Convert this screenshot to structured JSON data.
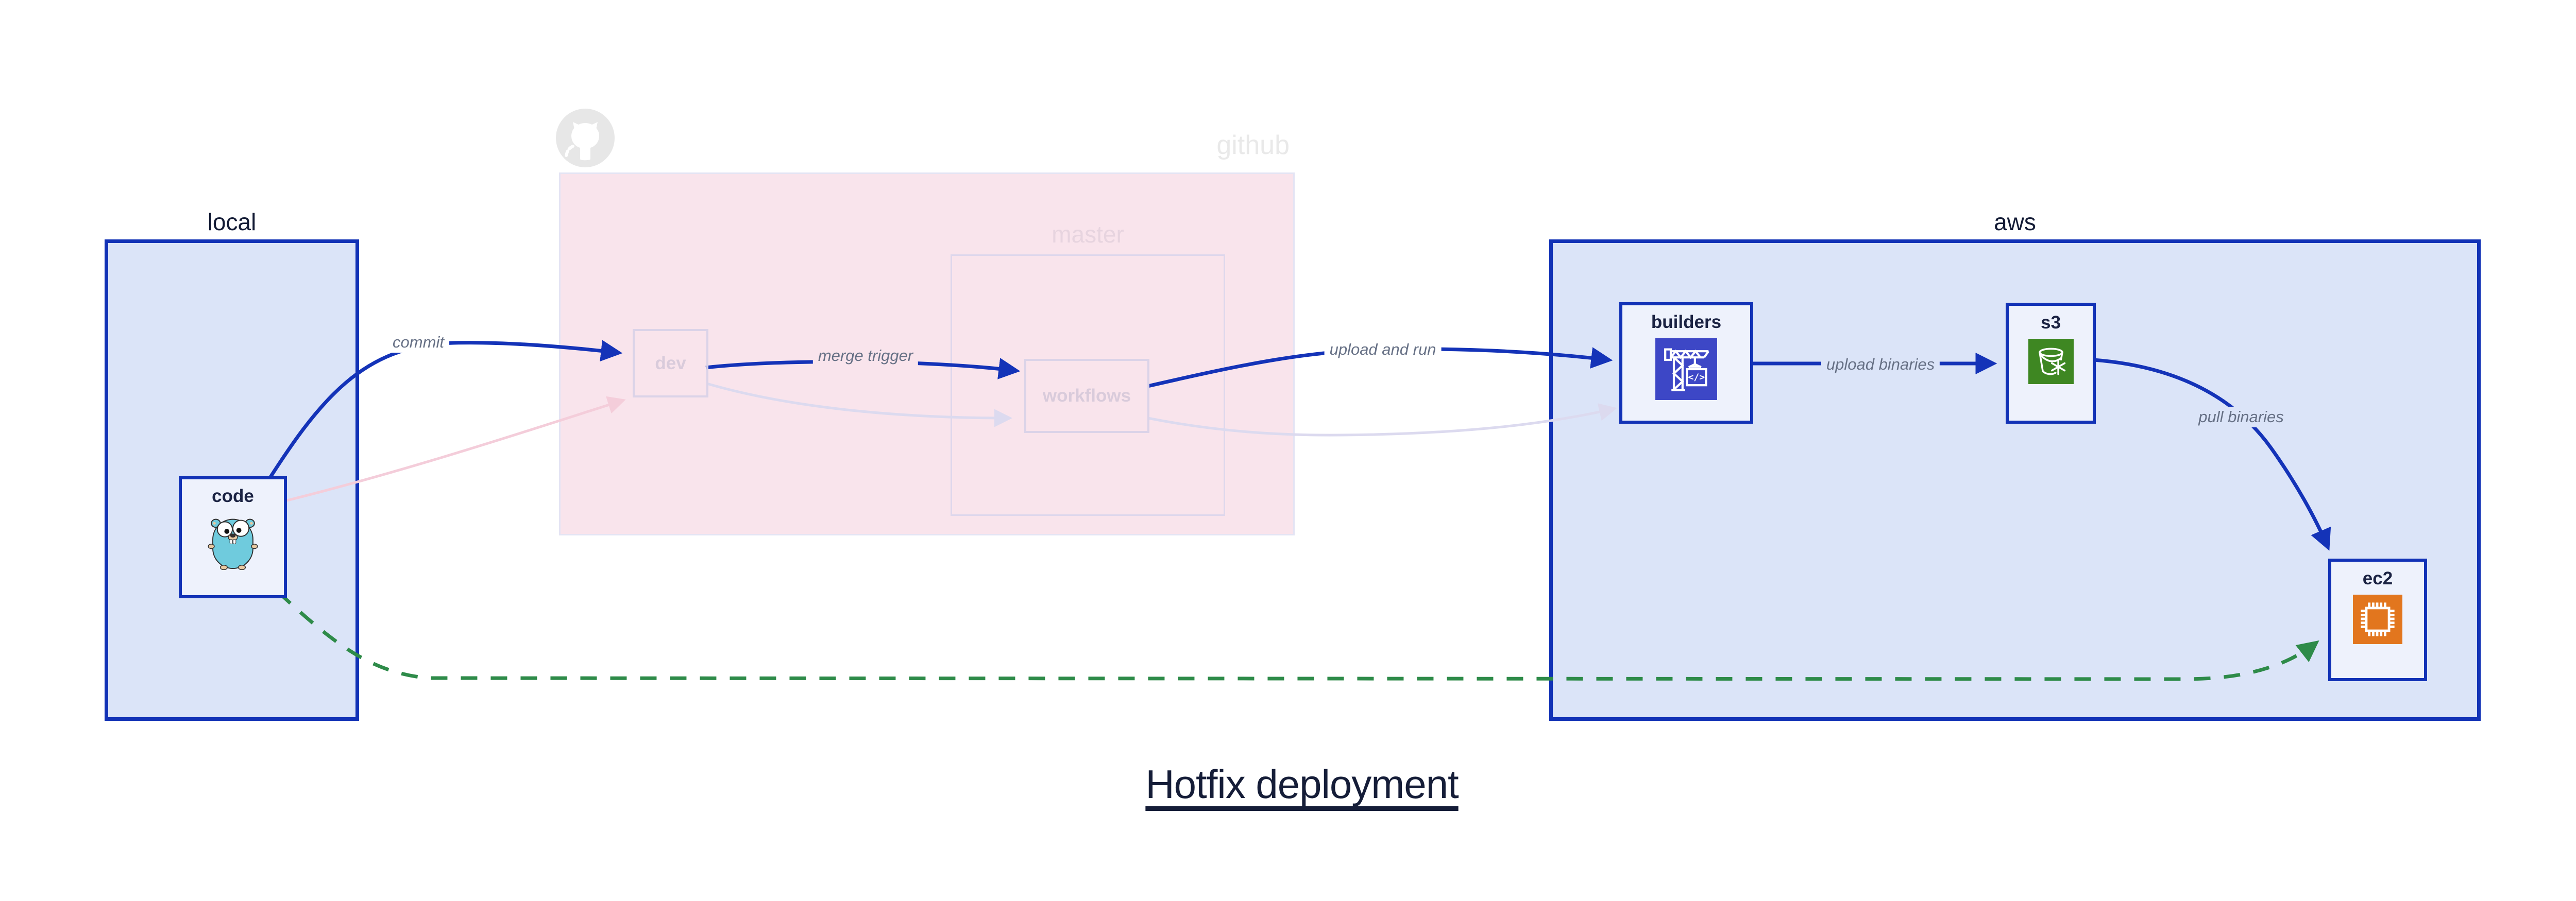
{
  "title": "Hotfix deployment",
  "regions": {
    "local": {
      "label": "local"
    },
    "github": {
      "label": "github"
    },
    "master": {
      "label": "master"
    },
    "aws": {
      "label": "aws"
    }
  },
  "nodes": {
    "code": {
      "label": "code",
      "icon": "go-gopher-icon"
    },
    "dev": {
      "label": "dev"
    },
    "workflows": {
      "label": "workflows"
    },
    "builders": {
      "label": "builders",
      "icon": "codebuild-crane-icon",
      "icon_text": "</>"
    },
    "s3": {
      "label": "s3",
      "icon": "s3-glacier-bucket-icon"
    },
    "ec2": {
      "label": "ec2",
      "icon": "ec2-chip-icon"
    }
  },
  "edges": {
    "commit": {
      "from": "code",
      "to": "dev",
      "label": "commit"
    },
    "merge_trigger": {
      "from": "dev",
      "to": "workflows",
      "label": "merge trigger"
    },
    "upload_and_run": {
      "from": "workflows",
      "to": "builders",
      "label": "upload and run"
    },
    "upload_binaries": {
      "from": "builders",
      "to": "s3",
      "label": "upload binaries"
    },
    "pull_binaries": {
      "from": "s3",
      "to": "ec2",
      "label": "pull binaries"
    },
    "hotfix": {
      "from": "code",
      "to": "ec2",
      "label": ""
    }
  },
  "faded_edges": [
    {
      "from": "code",
      "to": "dev"
    },
    {
      "from": "dev",
      "to": "workflows"
    },
    {
      "from": "workflows",
      "to": "builders"
    }
  ],
  "colors": {
    "region_border": "#1232b6",
    "region_fill": "#dbe4f8",
    "github_fill": "#f9e4ec",
    "node_fill": "#eef2fc",
    "edge_blue": "#1433b8",
    "edge_green": "#2e8b49",
    "edge_faded_pink": "#f4cdda",
    "edge_faded_lavender": "#dcdaef",
    "edge_label_gray": "#667085",
    "builders_icon": "#3d47c6",
    "s3_icon": "#3e8722",
    "ec2_icon": "#e2761e",
    "gopher_teal": "#6fcbdd",
    "title_color": "#151d38"
  }
}
